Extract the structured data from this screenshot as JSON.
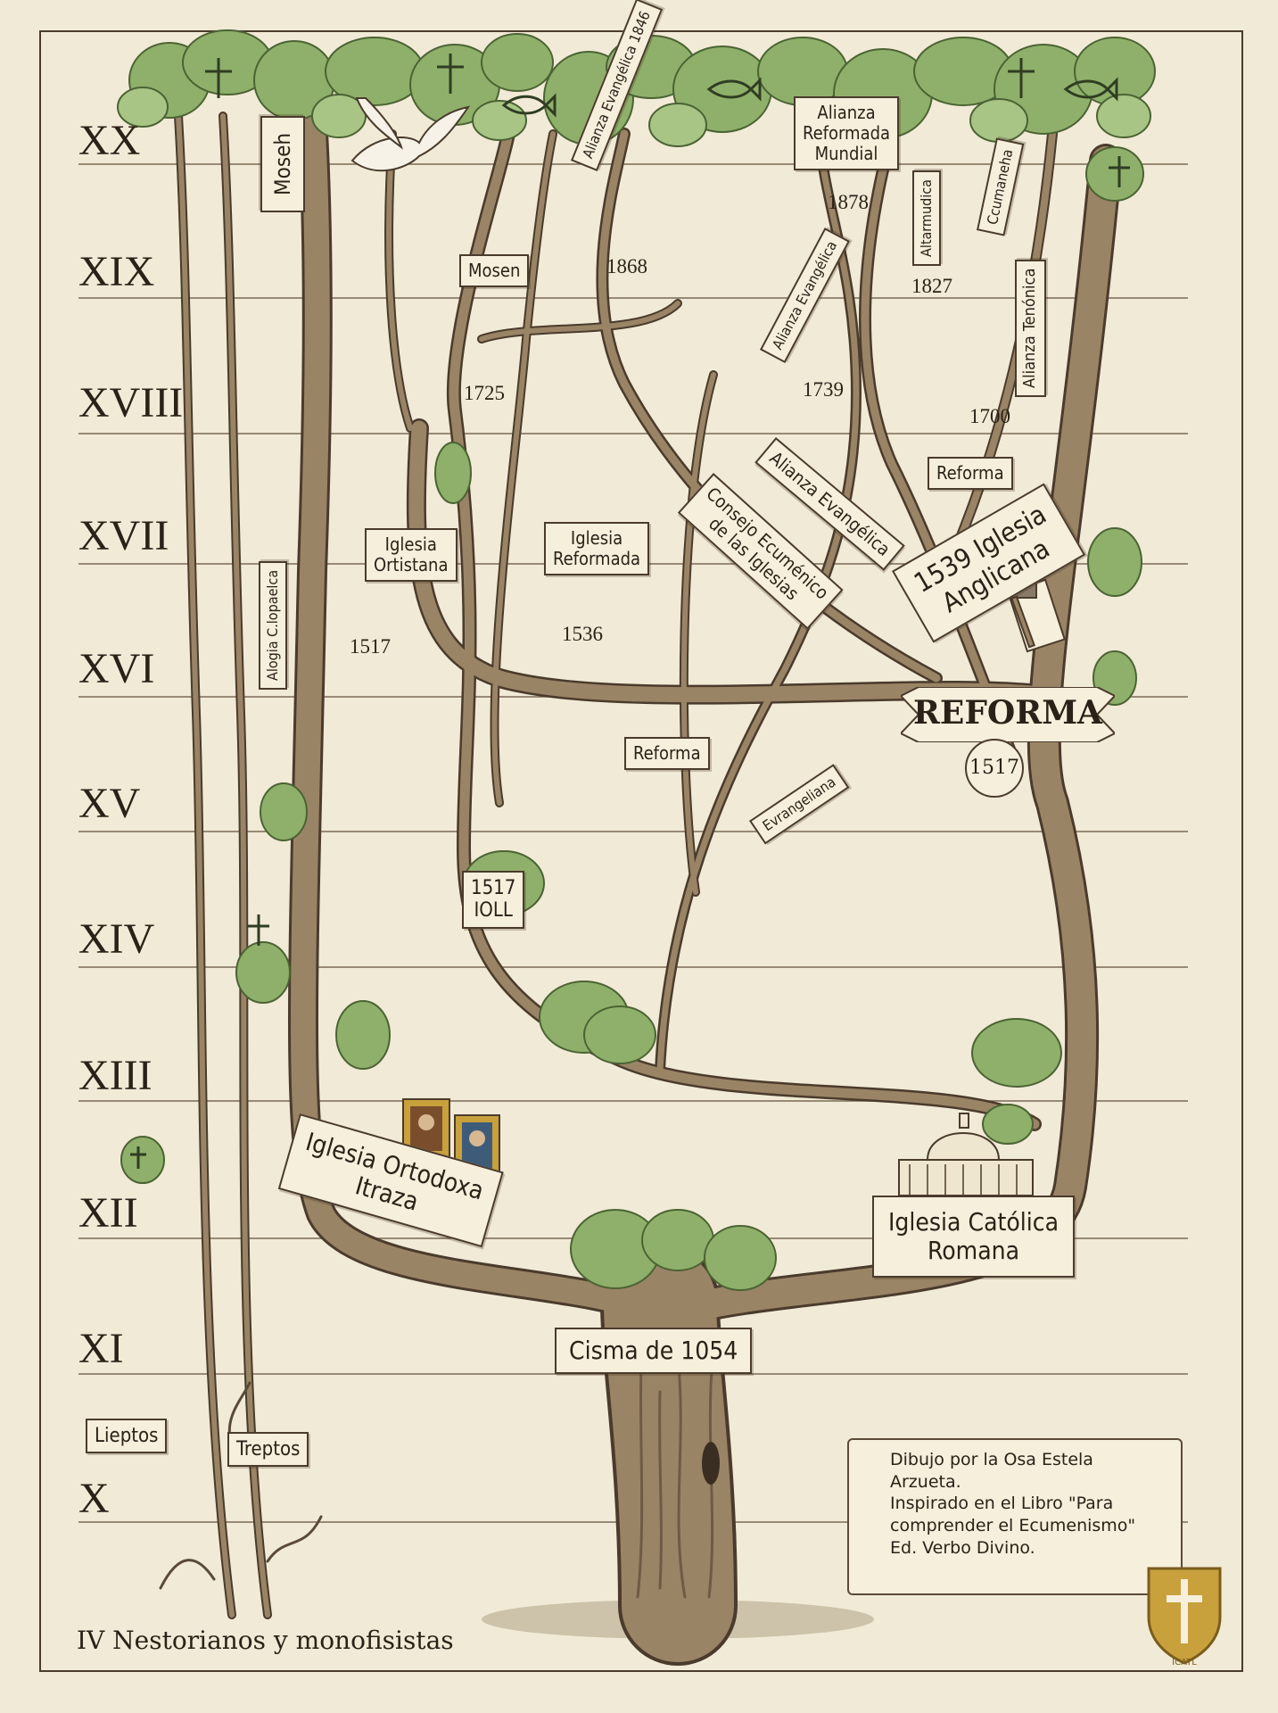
{
  "centuries": [
    "XX",
    "XIX",
    "XVIII",
    "XVII",
    "XVI",
    "XV",
    "XIV",
    "XIII",
    "XII",
    "XI",
    "X"
  ],
  "bottom_note": "IV Nestorianos y monofisistas",
  "labels": {
    "moseh": "Moseh",
    "mosen": "Mosen",
    "alianza_evangelica_1846": "Alianza Evangélica 1846",
    "alianza_reformada": "Alianza\nReformada\nMundial",
    "alianza_evangelica_tilted": "Alianza Evangélica",
    "altarmudica": "Altarmudica",
    "ccumaneha": "Ccumaneha",
    "alianza_tenonica": "Alianza Tenónica",
    "alianza_evangelica_long": "Alianza Evangélica",
    "reforma_small": "Reforma",
    "iglesia_ortistana": "Iglesia\nOrtistana",
    "iglesia_reformada": "Iglesia\nReformada",
    "consejo": "Consejo Ecuménico\nde las Iglesias",
    "anglicana": "1539 Iglesia\nAnglicana",
    "reforma_big": "REFORMA",
    "reforma_badge": "1517",
    "alogia": "Alogia C.lopaelca",
    "reforma_mid": "Reforma",
    "evangeliana": "Evrangeliana",
    "ioll": "1517\nIOLL",
    "ortodoxa": "Iglesia Ortodoxa\nItraza",
    "catolica": "Iglesia Católica\nRomana",
    "cisma": "Cisma de 1054",
    "lieptos": "Lieptos",
    "treptos": "Treptos"
  },
  "years": {
    "y1878": "1878",
    "y1868": "1868",
    "y1827": "1827",
    "y1725": "1725",
    "y1739": "1739",
    "y1700": "1700",
    "y1517": "1517",
    "y1536": "1536"
  },
  "credit": "Dibujo por la Osa Estela\nArzueta.\nInspirado en el Libro \"Para\ncomprender el Ecumenismo\"\nEd. Verbo Divino.",
  "emblem_text": "ICATL",
  "colors": {
    "background": "#f1ead6",
    "trunk": "#8a7358",
    "trunk_dark": "#4a3b2c",
    "leaf": "#8fb06a",
    "leaf_dark": "#5e7d3f",
    "label_fill": "#f6efdc",
    "emblem": "#c8a03c"
  }
}
